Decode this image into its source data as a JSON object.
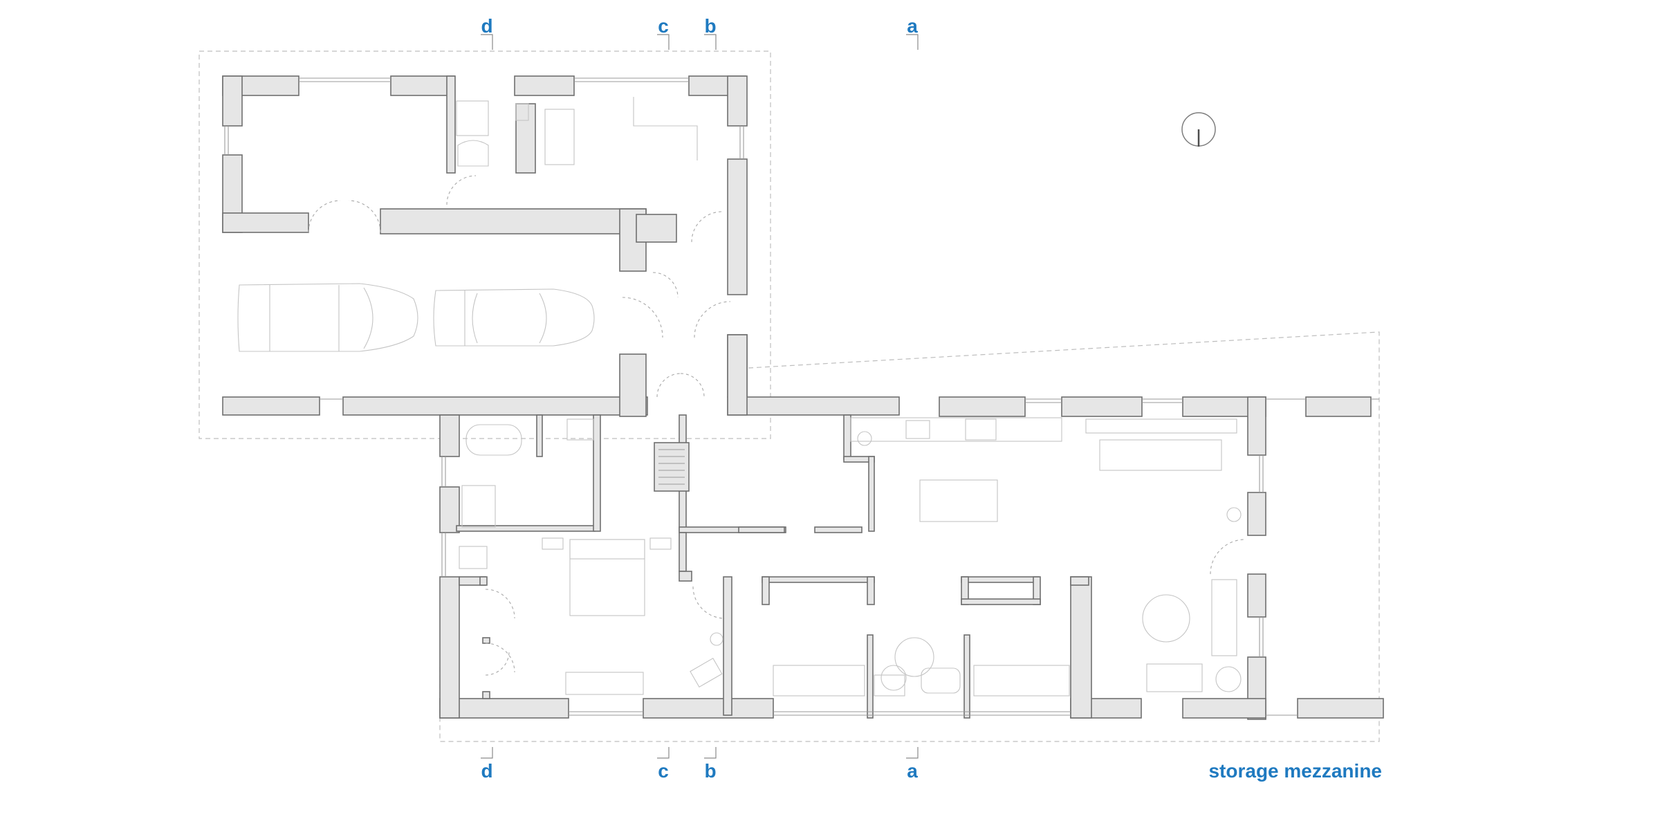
{
  "section_markers": {
    "top": [
      "d",
      "c",
      "b",
      "a"
    ],
    "bottom": [
      "d",
      "c",
      "b",
      "a"
    ]
  },
  "plan_title": "storage mezzanine",
  "icons": [
    "north-arrow-icon",
    "car-icon",
    "plant-icon"
  ],
  "colors": {
    "label": "#1f7ac0",
    "wall_fill": "#e6e6e6",
    "wall_stroke": "#6f6f6f",
    "furniture": "#c4c4c4",
    "dashed_outline": "#bdbdbd"
  }
}
